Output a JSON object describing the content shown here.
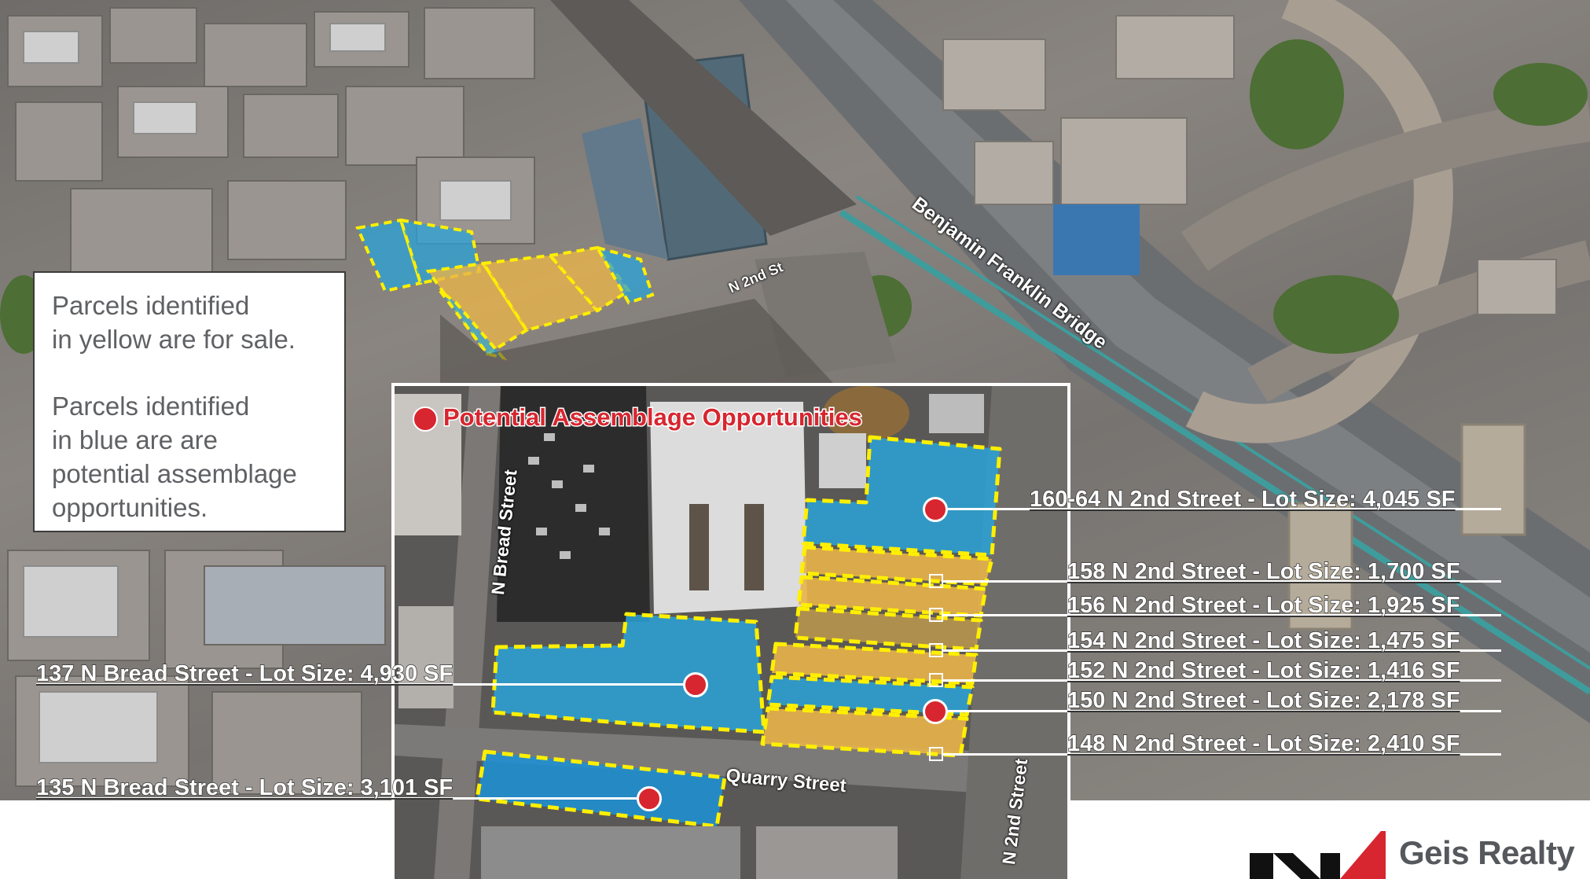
{
  "legend": {
    "line1": "Parcels identified",
    "line2": "in yellow are for sale.",
    "line3": "Parcels identified",
    "line4": "in blue are are",
    "line5": "potential assemblage",
    "line6": "opportunities."
  },
  "aerial_labels": {
    "bridge": "Benjamin Franklin Bridge",
    "n2nd": "N 2nd St"
  },
  "inset": {
    "title": "Potential Assemblage Opportunities",
    "street_bread": "N Bread Street",
    "street_quarry": "Quarry Street",
    "street_2nd": "N 2nd Street"
  },
  "lots": [
    {
      "label": "160-64 N 2nd Street - Lot Size: 4,045 SF",
      "status": "blue"
    },
    {
      "label": "158 N 2nd Street - Lot Size: 1,700 SF",
      "status": "yellow"
    },
    {
      "label": "156 N 2nd Street - Lot Size: 1,925 SF",
      "status": "yellow"
    },
    {
      "label": "154 N 2nd Street - Lot Size: 1,475 SF",
      "status": "yellow"
    },
    {
      "label": "152 N 2nd Street - Lot Size: 1,416 SF",
      "status": "yellow"
    },
    {
      "label": "150 N 2nd Street - Lot Size: 2,178 SF",
      "status": "blue"
    },
    {
      "label": "148 N 2nd Street - Lot Size: 2,410 SF",
      "status": "yellow"
    },
    {
      "label": "137 N Bread Street - Lot Size: 4,930 SF",
      "status": "blue"
    },
    {
      "label": "135 N Bread Street - Lot Size: 3,101 SF",
      "status": "blue"
    }
  ],
  "logo": {
    "text": "Geis Realty"
  },
  "colors": {
    "for_sale": "#e8b44a",
    "assemblage": "#2aa3d8",
    "outline": "#ffef00",
    "pin": "#d7262f"
  }
}
